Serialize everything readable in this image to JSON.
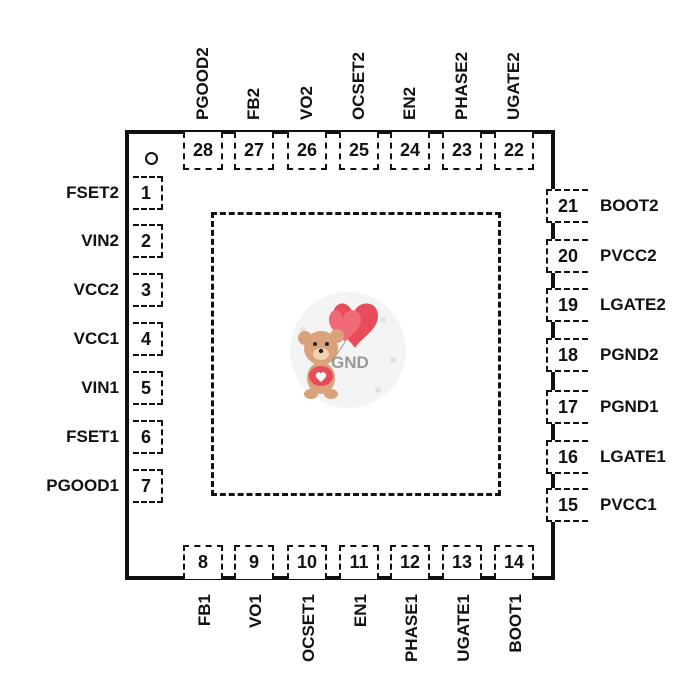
{
  "center_label": "GND",
  "pins": {
    "left": [
      {
        "num": "1",
        "name": "FSET2"
      },
      {
        "num": "2",
        "name": "VIN2"
      },
      {
        "num": "3",
        "name": "VCC2"
      },
      {
        "num": "4",
        "name": "VCC1"
      },
      {
        "num": "5",
        "name": "VIN1"
      },
      {
        "num": "6",
        "name": "FSET1"
      },
      {
        "num": "7",
        "name": "PGOOD1"
      }
    ],
    "bottom": [
      {
        "num": "8",
        "name": "FB1"
      },
      {
        "num": "9",
        "name": "VO1"
      },
      {
        "num": "10",
        "name": "OCSET1"
      },
      {
        "num": "11",
        "name": "EN1"
      },
      {
        "num": "12",
        "name": "PHASE1"
      },
      {
        "num": "13",
        "name": "UGATE1"
      },
      {
        "num": "14",
        "name": "BOOT1"
      }
    ],
    "right": [
      {
        "num": "15",
        "name": "PVCC1"
      },
      {
        "num": "16",
        "name": "LGATE1"
      },
      {
        "num": "17",
        "name": "PGND1"
      },
      {
        "num": "18",
        "name": "PGND2"
      },
      {
        "num": "19",
        "name": "LGATE2"
      },
      {
        "num": "20",
        "name": "PVCC2"
      },
      {
        "num": "21",
        "name": "BOOT2"
      }
    ],
    "top": [
      {
        "num": "22",
        "name": "UGATE2"
      },
      {
        "num": "23",
        "name": "PHASE2"
      },
      {
        "num": "24",
        "name": "EN2"
      },
      {
        "num": "25",
        "name": "OCSET2"
      },
      {
        "num": "26",
        "name": "VO2"
      },
      {
        "num": "27",
        "name": "FB2"
      },
      {
        "num": "28",
        "name": "PGOOD2"
      }
    ]
  },
  "colors": {
    "ink": "#111111",
    "balloon": "#e84b5a",
    "bear": "#d9a27a"
  },
  "icons": {
    "watermark": "teddy-bear-with-heart-balloon-icon",
    "orientation": "pin1-marker-circle-icon"
  }
}
